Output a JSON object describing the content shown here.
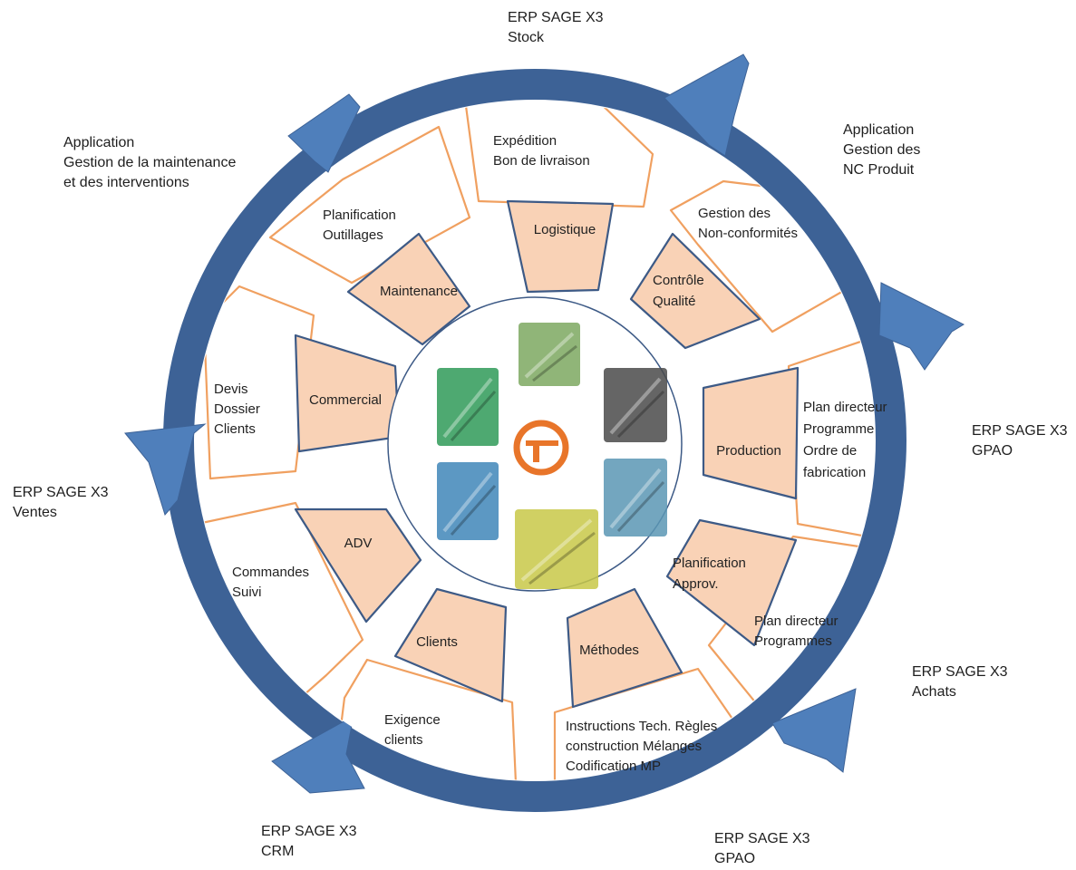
{
  "colors": {
    "ring": "#3d6296",
    "arrow": "#4f7fbb",
    "orange_stroke": "#f0a060",
    "orange_fill": "#f9d2b6",
    "inner_stroke": "#3d5a86",
    "logo": "#e8752a"
  },
  "logo": {
    "icon": "company-logo-icon"
  },
  "photos": [
    {
      "name": "green-cable-photo",
      "color": "#2f9a58"
    },
    {
      "name": "cable-reel-photo",
      "color": "#7da860"
    },
    {
      "name": "cable-cross-section-photo",
      "color": "#4a4a4a"
    },
    {
      "name": "blue-cable-photo",
      "color": "#3f86b8"
    },
    {
      "name": "colored-wire-coils-photo",
      "color": "#c8c848"
    },
    {
      "name": "cable-bundle-photo",
      "color": "#5a96b4"
    }
  ],
  "segments": [
    {
      "key": "logistique",
      "center": "Logistique",
      "outer": [
        "Expédition",
        "Bon de livraison"
      ]
    },
    {
      "key": "controle-qualite",
      "center": "Contrôle Qualité",
      "center_lines": [
        "Contrôle",
        "Qualité"
      ],
      "outer": [
        "Gestion des",
        "Non-conformités"
      ]
    },
    {
      "key": "production",
      "center": "Production",
      "outer": [
        "Plan directeur",
        "Programme",
        "Ordre de",
        "fabrication"
      ]
    },
    {
      "key": "planification-approv",
      "center": "Planification Approv.",
      "center_lines": [
        "Planification",
        "Approv."
      ],
      "outer": [
        "Plan directeur",
        "Programmes"
      ]
    },
    {
      "key": "methodes",
      "center": "Méthodes",
      "outer": [
        "Instructions Tech. Règles",
        "construction Mélanges",
        "Codification MP"
      ]
    },
    {
      "key": "clients",
      "center": "Clients",
      "outer": [
        "Exigence",
        "clients"
      ]
    },
    {
      "key": "adv",
      "center": "ADV",
      "outer": [
        "Commandes",
        "Suivi"
      ]
    },
    {
      "key": "commercial",
      "center": "Commercial",
      "outer": [
        "Devis",
        "Dossier",
        "Clients"
      ]
    },
    {
      "key": "maintenance",
      "center": "Maintenance",
      "outer": [
        "Planification",
        "Outillages"
      ]
    }
  ],
  "external_labels": [
    {
      "key": "stock",
      "lines": [
        "ERP SAGE X3",
        "Stock"
      ]
    },
    {
      "key": "nc-produit",
      "lines": [
        "Application",
        "Gestion des",
        "NC Produit"
      ]
    },
    {
      "key": "gpao-right",
      "lines": [
        "ERP SAGE X3",
        "GPAO"
      ]
    },
    {
      "key": "achats",
      "lines": [
        "ERP SAGE X3",
        "Achats"
      ]
    },
    {
      "key": "gpao-bottom",
      "lines": [
        "ERP SAGE X3",
        "GPAO"
      ]
    },
    {
      "key": "crm",
      "lines": [
        "ERP SAGE X3",
        "CRM"
      ]
    },
    {
      "key": "ventes",
      "lines": [
        "ERP SAGE X3",
        "Ventes"
      ]
    },
    {
      "key": "maintenance-app",
      "lines": [
        "Application",
        "Gestion de la maintenance",
        "et des interventions"
      ]
    }
  ]
}
